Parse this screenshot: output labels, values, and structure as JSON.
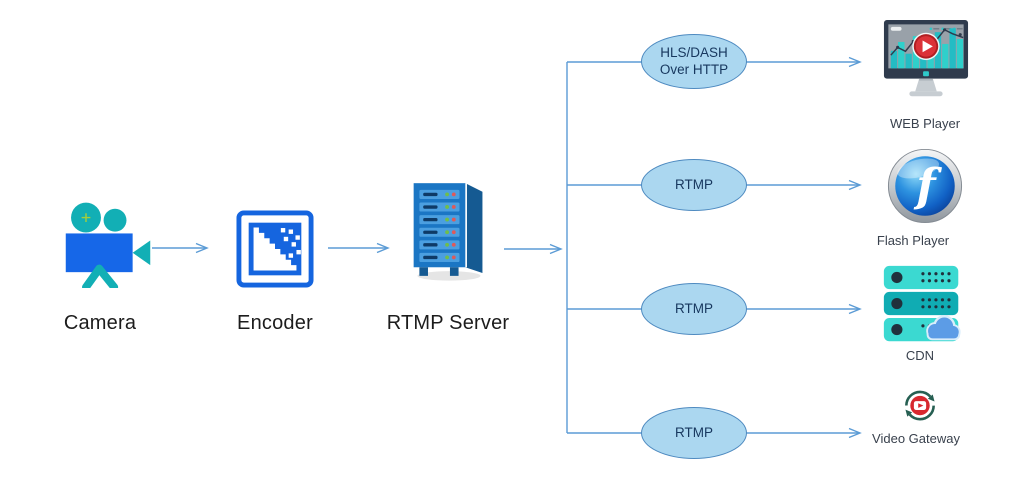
{
  "nodes": {
    "camera": {
      "label": "Camera"
    },
    "encoder": {
      "label": "Encoder"
    },
    "rtmp_server": {
      "label": "RTMP Server"
    }
  },
  "branches": [
    {
      "protocol": "HLS/DASH Over HTTP",
      "target": "WEB Player"
    },
    {
      "protocol": "RTMP",
      "target": "Flash Player"
    },
    {
      "protocol": "RTMP",
      "target": "CDN"
    },
    {
      "protocol": "RTMP",
      "target": "Video Gateway"
    }
  ],
  "icons": {
    "camera": "video-camera-icon",
    "encoder": "media-encoder-icon",
    "rtmp_server": "server-rack-icon",
    "web_player": "monitor-play-icon",
    "flash_player": "flash-player-icon",
    "cdn": "server-stack-cloud-icon",
    "video_gateway": "video-sync-icon"
  },
  "colors": {
    "connector": "#5B9BD5",
    "ellipse_fill": "#ABD7F0",
    "ellipse_border": "#4E8AC0",
    "ellipse_text": "#17375E",
    "icon_blue": "#1667E8",
    "icon_teal": "#12AFB5",
    "server_blue": "#1B76C4",
    "player_red": "#D4262B",
    "cdn_teal": "#3BD9D1",
    "flash_blue": "#1565C0",
    "gateway_green": "#265F52"
  }
}
